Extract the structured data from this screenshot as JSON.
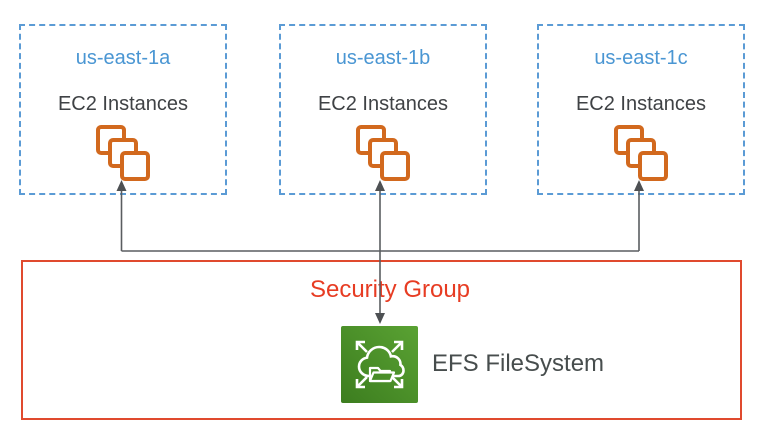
{
  "availability_zones": [
    {
      "name": "us-east-1a",
      "service_label": "EC2 Instances"
    },
    {
      "name": "us-east-1b",
      "service_label": "EC2 Instances"
    },
    {
      "name": "us-east-1c",
      "service_label": "EC2 Instances"
    }
  ],
  "security_group": {
    "label": "Security Group"
  },
  "efs": {
    "label": "EFS FileSystem"
  },
  "icons": {
    "ec2": "stacked-instance-squares-icon",
    "efs": "efs-cloud-folder-expand-icon",
    "connectors": "double-ended-arrows"
  },
  "colors": {
    "az_border_blue": "#5b9bd5",
    "az_name_blue": "#4a96d3",
    "text_dark_gray": "#3f4245",
    "ec2_icon_orange": "#d2691e",
    "security_group_red": "#e04a2e",
    "security_group_label_red": "#e73c23",
    "efs_green_dark": "#3c7d1f",
    "efs_green_light": "#5aa233",
    "efs_label_gray": "#474d4d",
    "connector_gray": "#5a5d60"
  }
}
